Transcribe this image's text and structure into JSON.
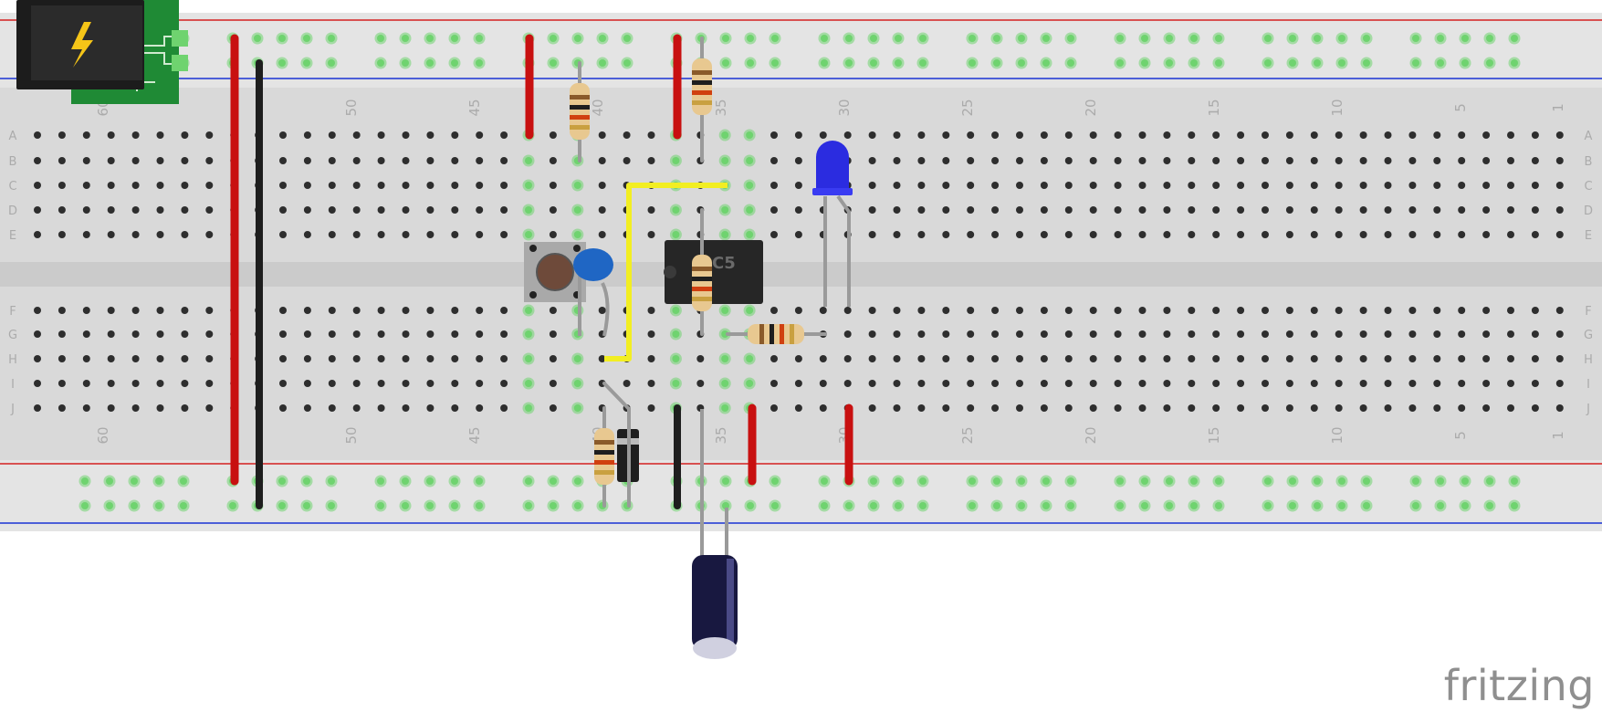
{
  "app": {
    "logo_text": "fritzing"
  },
  "breadboard": {
    "columns": 63,
    "row_letters_top": [
      "A",
      "B",
      "C",
      "D",
      "E"
    ],
    "row_letters_bottom": [
      "F",
      "G",
      "H",
      "I",
      "J"
    ],
    "column_labels": [
      "60",
      "50",
      "45",
      "40",
      "35",
      "30",
      "25",
      "20",
      "15",
      "10",
      "5",
      "1"
    ],
    "colors": {
      "board": "#d9d9d9",
      "rail_strip": "#e4e4e4",
      "hole": "#2e2e2e",
      "hole_active": "#6fd36f",
      "rail_positive": "#d32020",
      "rail_negative": "#1a33d4",
      "label": "#ababab"
    }
  },
  "components": [
    {
      "name": "dc-barrel-jack",
      "kind": "power-jack",
      "icon": "lightning-bolt-icon"
    },
    {
      "name": "ic-555-timer",
      "kind": "ic",
      "label": "C5"
    },
    {
      "name": "push-button",
      "kind": "tactile-switch"
    },
    {
      "name": "ceramic-capacitor",
      "kind": "capacitor",
      "color": "#1f66c4"
    },
    {
      "name": "electrolytic-capacitor",
      "kind": "capacitor",
      "color": "#181840"
    },
    {
      "name": "blue-led",
      "kind": "led",
      "color": "#2b2ce0"
    },
    {
      "name": "diode",
      "kind": "diode"
    },
    {
      "name": "resistor-r1",
      "kind": "resistor"
    },
    {
      "name": "resistor-r2",
      "kind": "resistor"
    },
    {
      "name": "resistor-r3",
      "kind": "resistor"
    },
    {
      "name": "resistor-r4",
      "kind": "resistor"
    },
    {
      "name": "resistor-r5",
      "kind": "resistor"
    }
  ],
  "wire_colors": {
    "red": "#c81010",
    "black": "#1e1e1e",
    "yellow": "#f2ee22",
    "gray": "#9a9a9a"
  }
}
